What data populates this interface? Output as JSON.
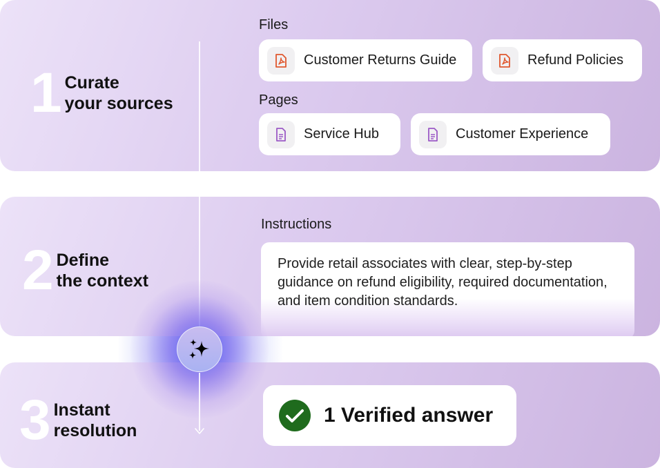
{
  "steps": [
    {
      "number": "1",
      "title_line1": "Curate",
      "title_line2": "your sources",
      "sections": {
        "files": {
          "label": "Files",
          "items": [
            {
              "label": "Customer Returns Guide",
              "icon": "pdf-file-icon"
            },
            {
              "label": "Refund Policies",
              "icon": "pdf-file-icon"
            }
          ]
        },
        "pages": {
          "label": "Pages",
          "items": [
            {
              "label": "Service Hub",
              "icon": "page-document-icon"
            },
            {
              "label": "Customer Experience",
              "icon": "page-document-icon"
            }
          ]
        }
      }
    },
    {
      "number": "2",
      "title_line1": "Define",
      "title_line2": "the context",
      "instructions": {
        "label": "Instructions",
        "text": "Provide retail associates with clear, step-by-step guidance on refund eligibility, required documentation, and item condition standards."
      }
    },
    {
      "number": "3",
      "title_line1": "Instant",
      "title_line2": "resolution",
      "result": {
        "label": "1 Verified answer",
        "icon": "check-circle-icon"
      }
    }
  ],
  "connector": {
    "icon": "sparkles-icon"
  },
  "colors": {
    "pdf_icon": "#e0582f",
    "page_icon": "#9b59c6",
    "verified_green": "#1f6b1d",
    "card_light": "#ece2f8",
    "card_dark": "#cbb4e0",
    "glow": "#5a5cf0"
  }
}
